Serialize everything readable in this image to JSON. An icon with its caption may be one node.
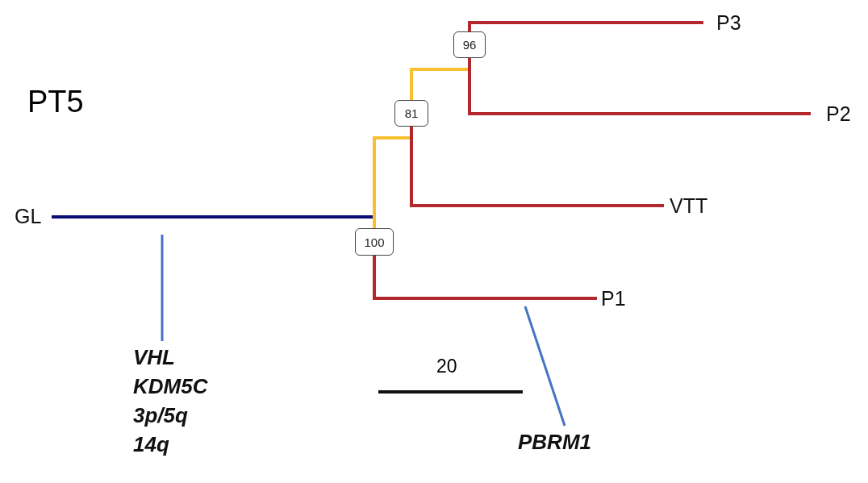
{
  "diagram": {
    "title": "PT5",
    "nodes": [
      {
        "text": [
          "GL"
        ]
      },
      {
        "text": [
          "100"
        ]
      },
      {
        "text": [
          "81"
        ]
      },
      {
        "text": [
          "96"
        ]
      },
      {
        "text": [
          "P3"
        ]
      },
      {
        "text": [
          "P2"
        ]
      },
      {
        "text": [
          "VTT"
        ]
      },
      {
        "text": [
          "P1"
        ]
      },
      {
        "text": [
          "VHL",
          "KDM5C",
          "3p/5q",
          "14q"
        ]
      },
      {
        "text": [
          "PBRM1"
        ]
      }
    ],
    "edges": [
      {
        "from": 0,
        "to": 1,
        "arrow": "none",
        "color": "#0d0d78"
      },
      {
        "from": 1,
        "to": 2,
        "arrow": "none",
        "color": "#f6c02f"
      },
      {
        "from": 1,
        "to": 7,
        "arrow": "none"
      },
      {
        "from": 2,
        "to": 3,
        "arrow": "none",
        "color": "#f6c02f"
      },
      {
        "from": 2,
        "to": 6,
        "arrow": "none"
      },
      {
        "from": 3,
        "to": 4,
        "arrow": "none"
      },
      {
        "from": 3,
        "to": 5,
        "arrow": "none"
      },
      {
        "from": 8,
        "to": null,
        "arrow": "none",
        "color": "#4472c4"
      },
      {
        "from": 9,
        "to": null,
        "arrow": "none",
        "color": "#4472c4"
      }
    ],
    "labels": [
      "20"
    ]
  }
}
